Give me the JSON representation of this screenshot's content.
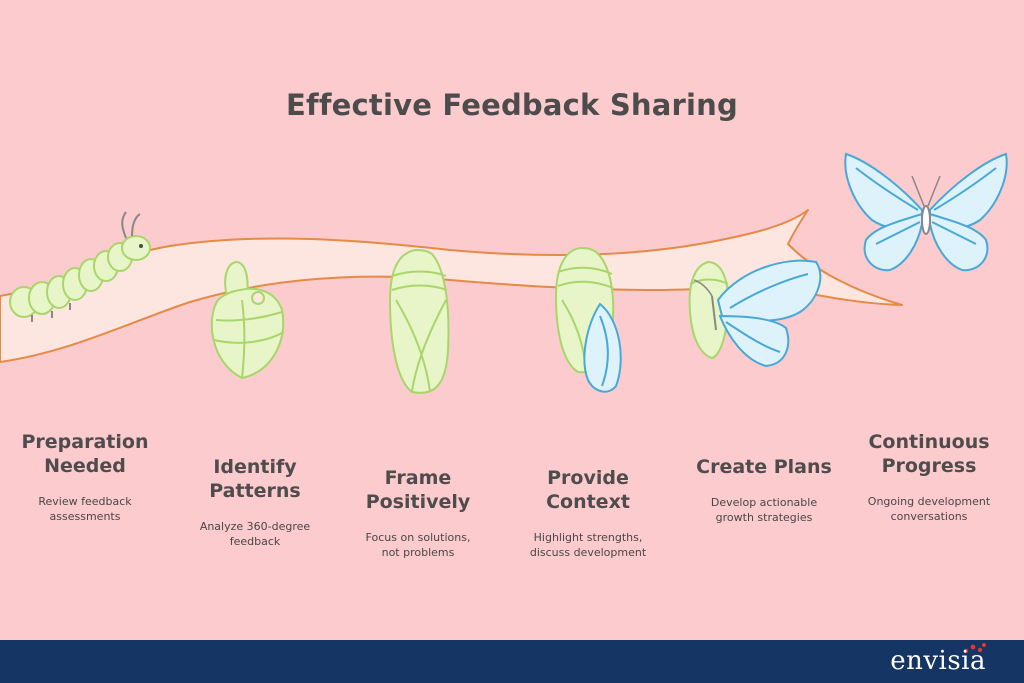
{
  "title": "Effective Feedback Sharing",
  "stages": [
    {
      "title": "Preparation\nNeeded",
      "desc": "Review feedback\nassessments"
    },
    {
      "title": "Identify\nPatterns",
      "desc": "Analyze 360-degree\nfeedback"
    },
    {
      "title": "Frame\nPositively",
      "desc": "Focus on solutions,\nnot problems"
    },
    {
      "title": "Provide\nContext",
      "desc": "Highlight strengths,\ndiscuss development"
    },
    {
      "title": "Create Plans",
      "desc": "Develop actionable\ngrowth strategies"
    },
    {
      "title": "Continuous\nProgress",
      "desc": "Ongoing development\nconversations"
    }
  ],
  "brand": {
    "logo_text": "envisia"
  },
  "colors": {
    "background": "#fbcbcd",
    "footer": "#153564",
    "branch_fill": "#fde6e0",
    "branch_stroke": "#e58a47",
    "green_fill": "#e8f5c8",
    "green_stroke": "#a8d66a",
    "blue_fill": "#def2fb",
    "blue_stroke": "#48a8d8",
    "logo_dots": "#d93a3a"
  }
}
